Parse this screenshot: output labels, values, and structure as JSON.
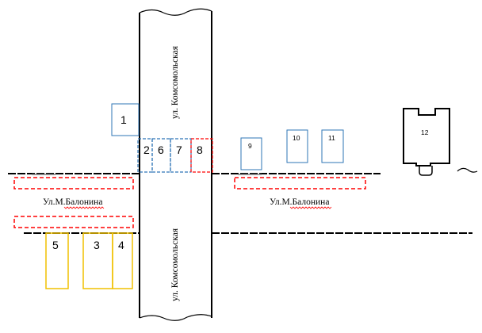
{
  "streets": {
    "vertical_name": "ул. Комсомольская",
    "horizontal_name": "Ул.М.Балонина"
  },
  "objects": {
    "obj1": "1",
    "obj2": "2",
    "obj3": "3",
    "obj4": "4",
    "obj5": "5",
    "obj6": "6",
    "obj7": "7",
    "obj8": "8",
    "obj9": "9",
    "obj10": "10",
    "obj11": "11",
    "obj12": "12"
  },
  "colors": {
    "line": "#000000",
    "blue": "#2e75b6",
    "red": "#ff0000",
    "yellow": "#f0c000",
    "gray": "#7f7f7f"
  }
}
